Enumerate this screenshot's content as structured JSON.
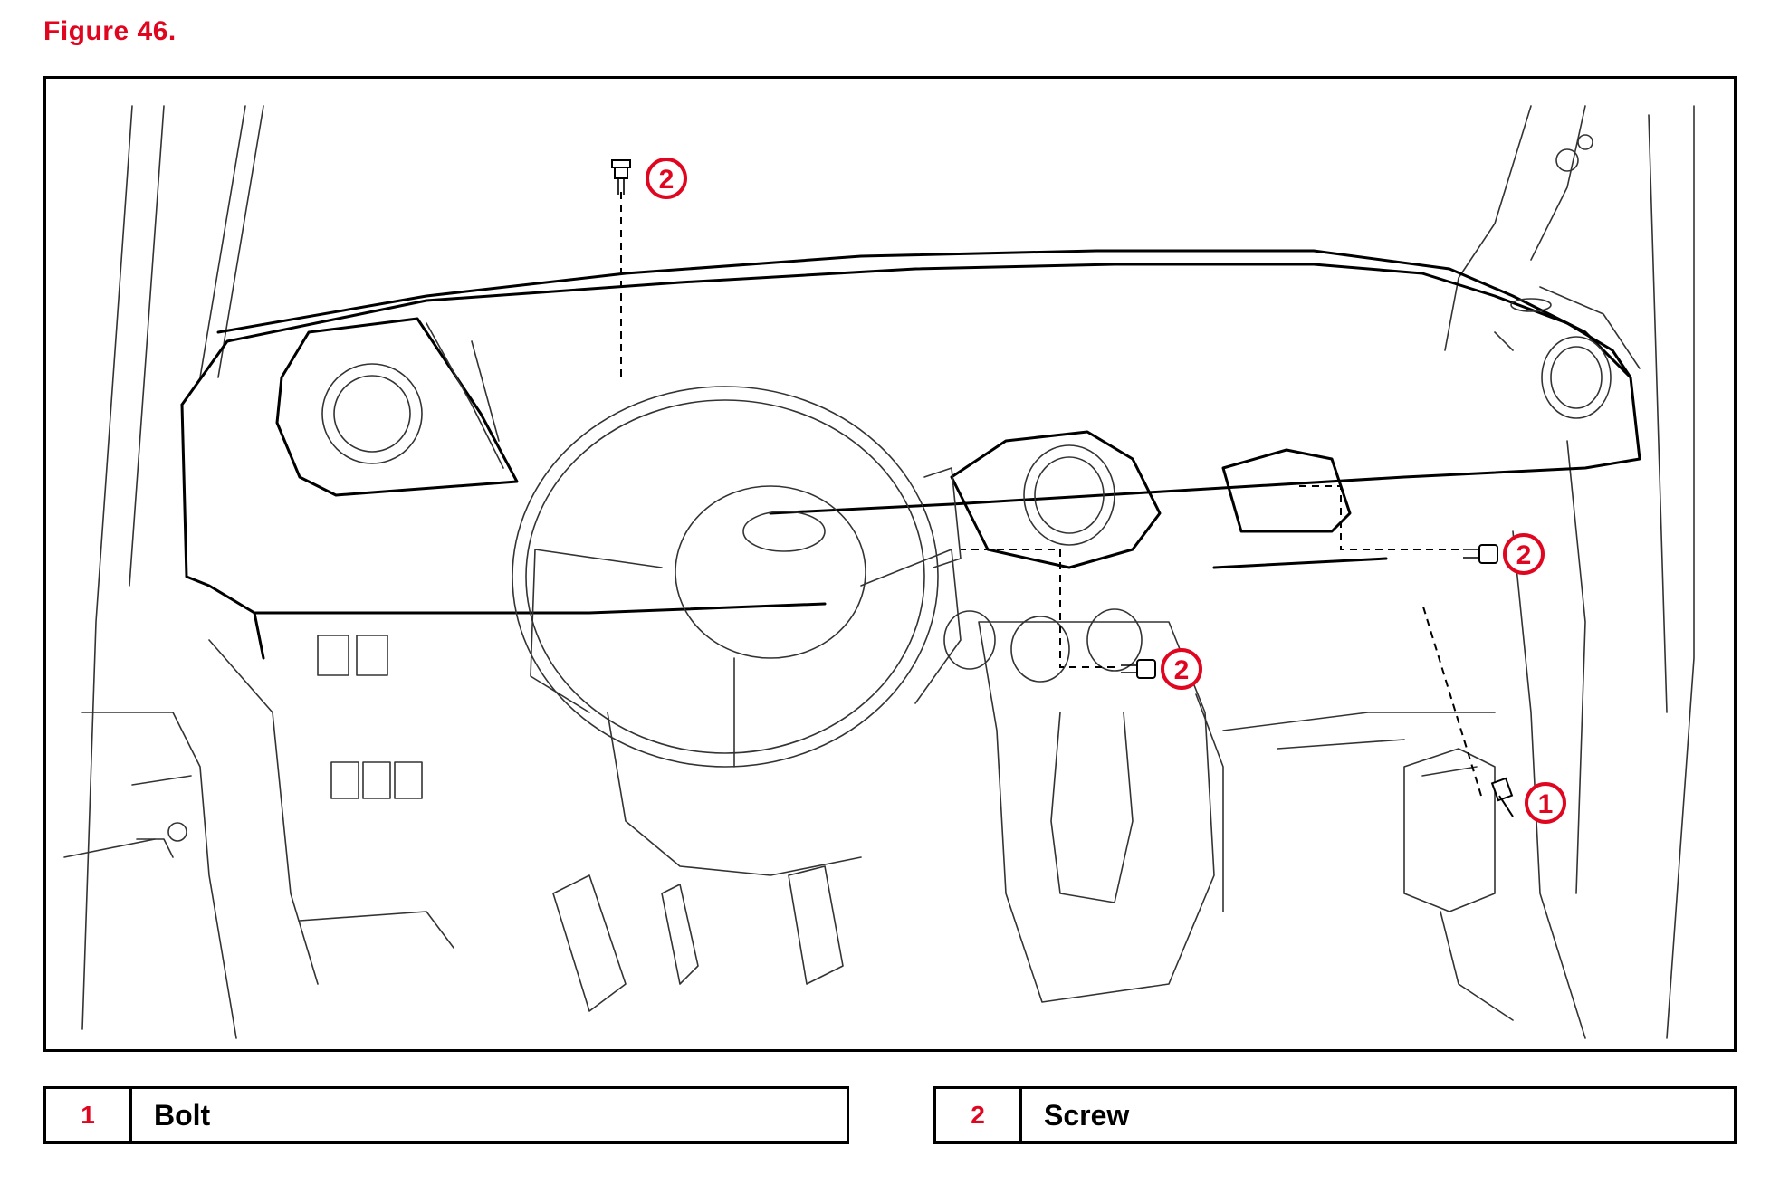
{
  "figure": {
    "title": "Figure 46."
  },
  "callouts": [
    {
      "id": "screw-top",
      "number": "2",
      "part": "screw"
    },
    {
      "id": "screw-center",
      "number": "2",
      "part": "screw"
    },
    {
      "id": "screw-right",
      "number": "2",
      "part": "screw"
    },
    {
      "id": "bolt-right",
      "number": "1",
      "part": "bolt"
    }
  ],
  "legend": [
    {
      "number": "1",
      "label": "Bolt"
    },
    {
      "number": "2",
      "label": "Screw"
    }
  ],
  "colors": {
    "accent": "#e0061f",
    "line": "#000000"
  }
}
